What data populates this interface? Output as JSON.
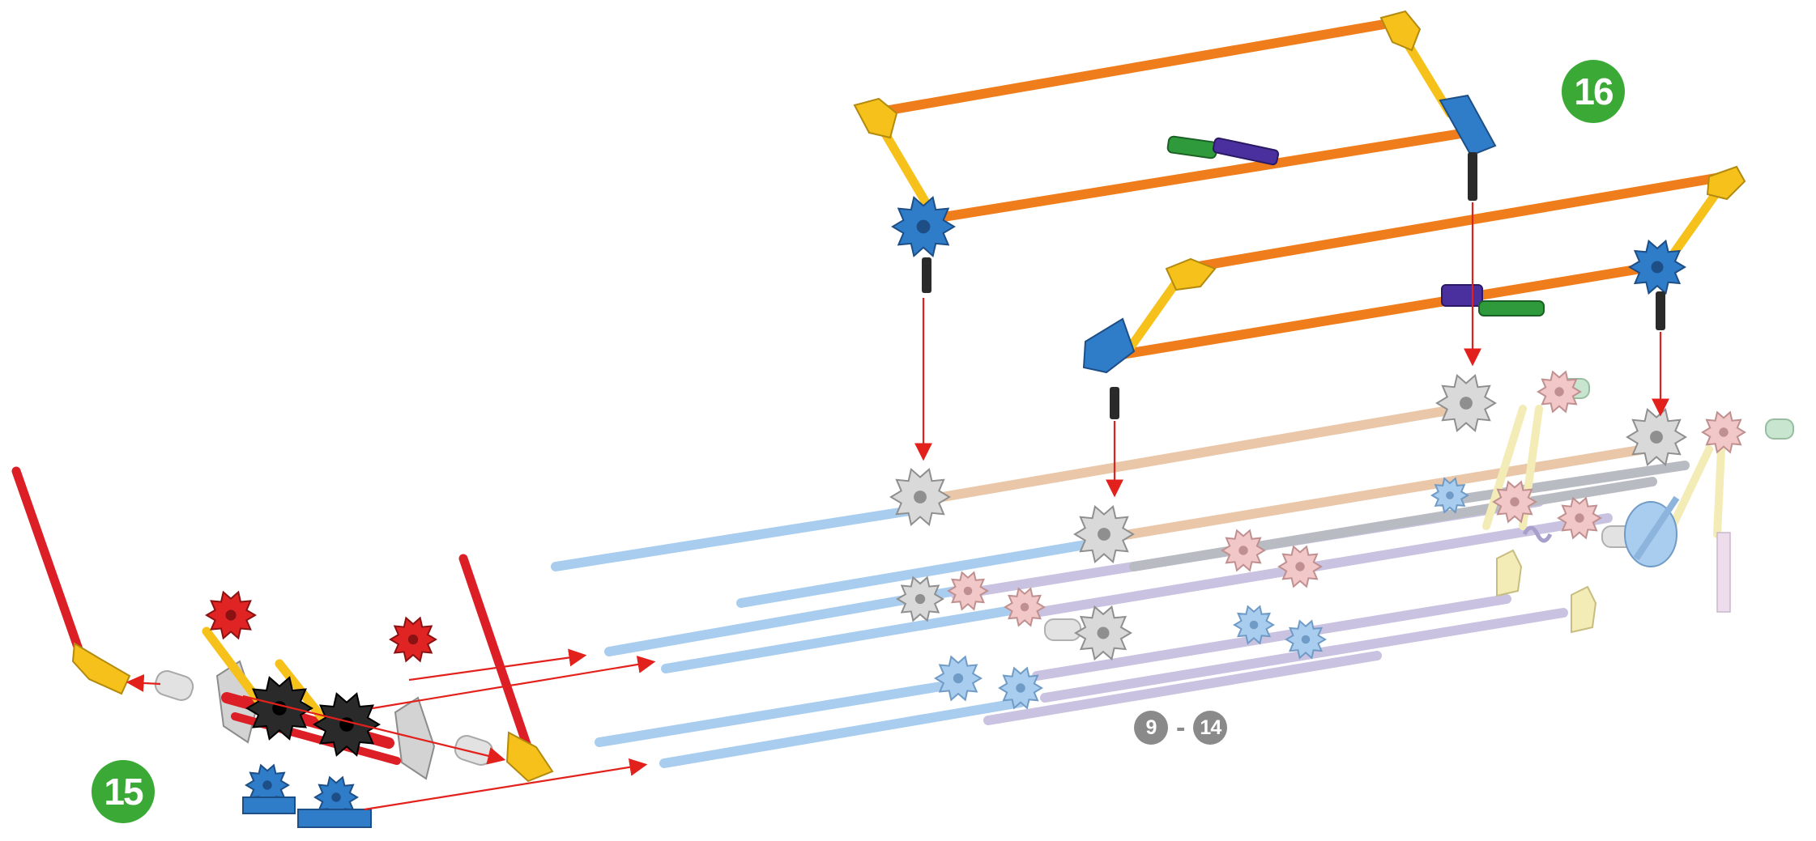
{
  "steps": {
    "step_15": "15",
    "step_16": "16",
    "range_start": "9",
    "range_separator": "-",
    "range_end": "14"
  },
  "colors": {
    "badge_green": "#3aa935",
    "badge_grey": "#8a8a8a",
    "arrow_red": "#e3211c",
    "rod_orange": "#f07d1b",
    "rod_red": "#dc1f26",
    "rod_light_blue": "#a9cdee",
    "rod_tan": "#e9c7a8",
    "rod_lavender": "#c9c2e0",
    "rod_grey": "#b8bcc2",
    "connector_yellow": "#f5c11a",
    "connector_blue": "#2f7cc9",
    "connector_grey": "#d3d3d3",
    "connector_pink": "#f2c7c7",
    "connector_black": "#2a2a2a",
    "connector_red": "#e02424",
    "connector_green": "#2f9a3c",
    "connector_purple": "#4a2f9e"
  },
  "icons": [
    "arrow-icon",
    "gear-connector-icon",
    "rod-icon",
    "corner-connector-icon"
  ]
}
